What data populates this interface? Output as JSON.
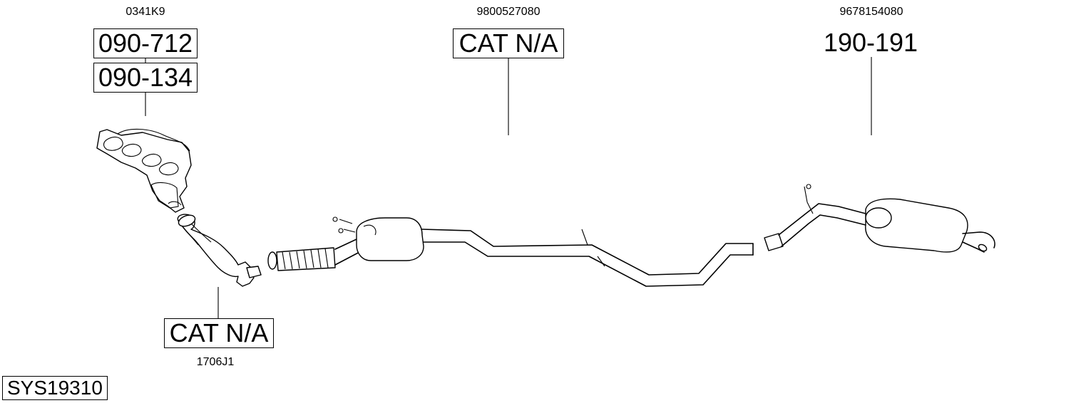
{
  "diagram": {
    "system_code": "SYS19310",
    "groups": [
      {
        "oem": "0341K9",
        "labels": [
          "090-712",
          "090-134"
        ],
        "part": "exhaust-manifold"
      },
      {
        "oem": "1706J1",
        "labels": [
          "CAT N/A"
        ],
        "part": "front-pipe"
      },
      {
        "oem": "9800527080",
        "labels": [
          "CAT N/A"
        ],
        "part": "catalyst-middle-pipe"
      },
      {
        "oem": "9678154080",
        "labels": [
          "190-191"
        ],
        "part": "rear-silencer"
      }
    ]
  }
}
